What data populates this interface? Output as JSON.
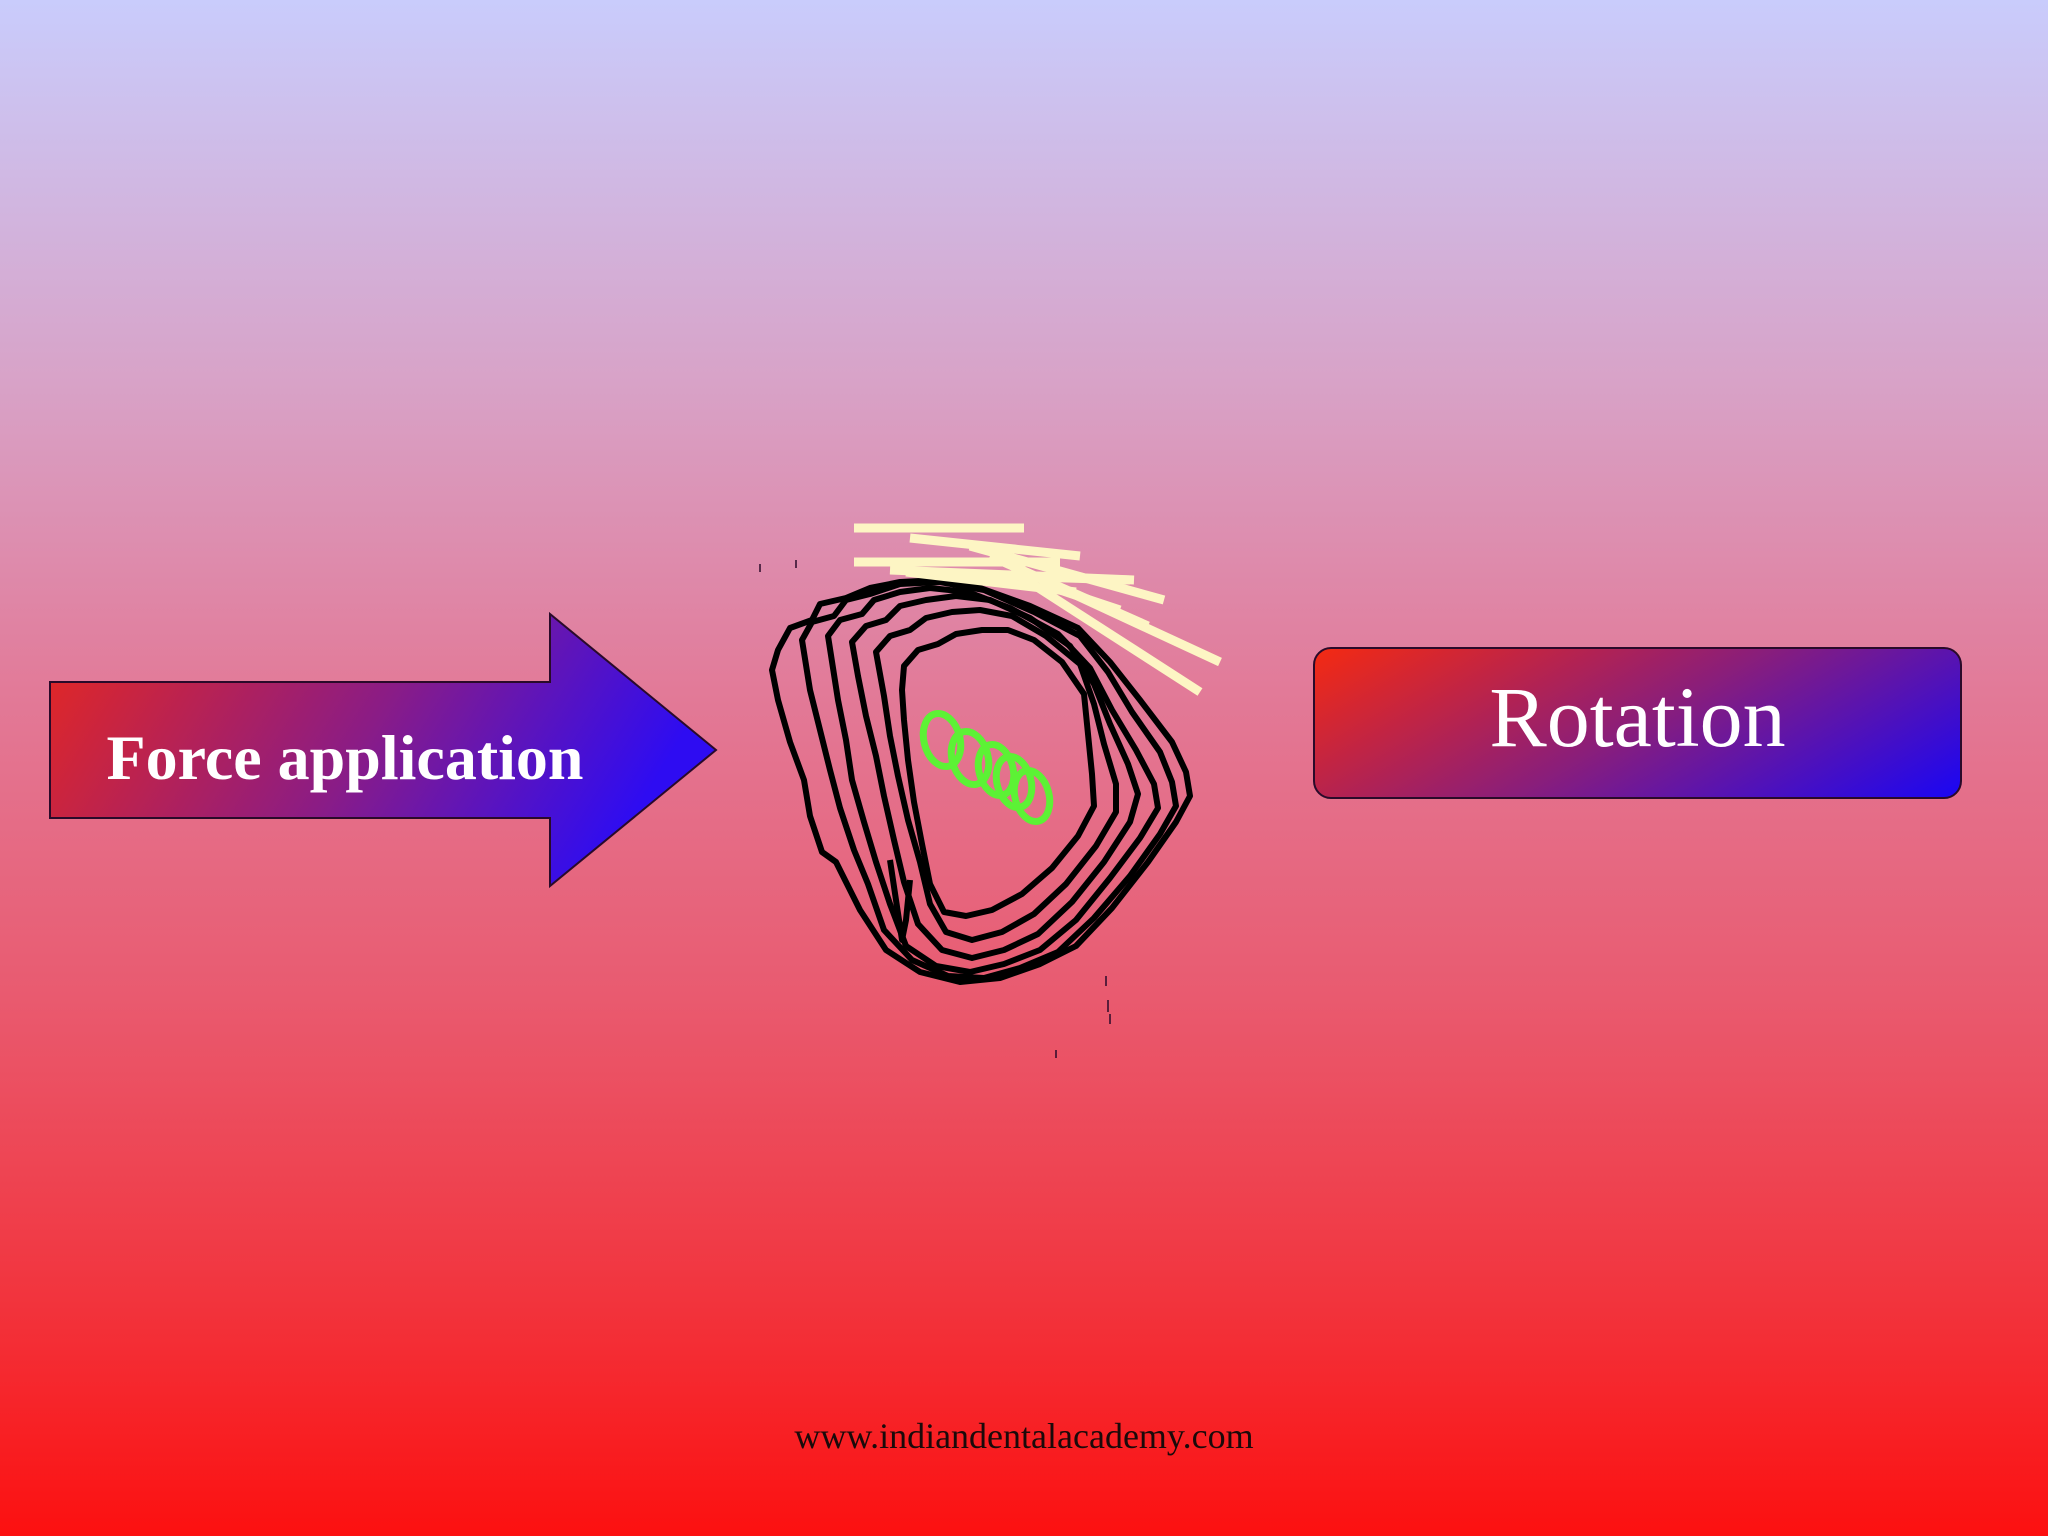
{
  "diagram": {
    "force_label": "Force application",
    "rotation_label": "Rotation"
  },
  "footer": {
    "url": "www.indiandentalacademy.com"
  },
  "colors": {
    "arrow_start": "#e8281e",
    "arrow_end": "#2e0cf2",
    "tooth_outline": "#000000",
    "periodontal_fibers": "#fdf5c4",
    "spring_coil": "#5cf235"
  },
  "icons": {
    "tooth": "tooth-cross-section-icon",
    "spring": "spring-coil-icon"
  }
}
